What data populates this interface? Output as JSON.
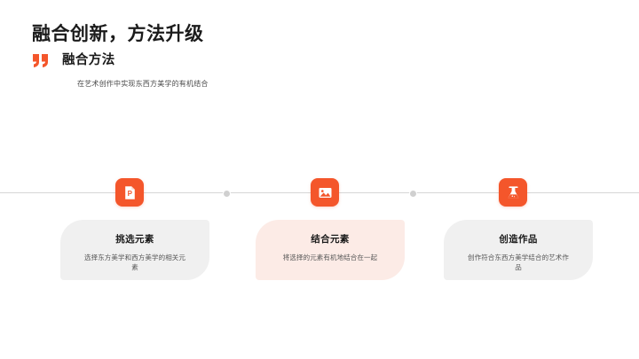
{
  "slide": {
    "title": "融合创新，方法升级",
    "subtitle": "融合方法",
    "subtitle_icon": "quote-icon",
    "description": "在艺术创作中实现东西方美学的有机结合",
    "accent_color": "#F4562B",
    "background_color": "#FFFFFF"
  },
  "timeline": {
    "line_color": "#D6D6D6",
    "dot_color": "#D0D0D0",
    "connector_count": 2
  },
  "steps": [
    {
      "icon": "file-presentation-icon",
      "title": "挑选元素",
      "description": "选择东方美学和西方美学的相关元素",
      "card_color": "#F0F0F0",
      "icon_color": "#F4562B"
    },
    {
      "icon": "image-picture-icon",
      "title": "结合元素",
      "description": "将选择的元素有机地结合在一起",
      "card_color": "#FCEBE6",
      "icon_color": "#F4562B"
    },
    {
      "icon": "flask-beaker-icon",
      "title": "创造作品",
      "description": "创作符合东西方美学结合的艺术作品",
      "card_color": "#F0F0F0",
      "icon_color": "#F4562B"
    }
  ]
}
